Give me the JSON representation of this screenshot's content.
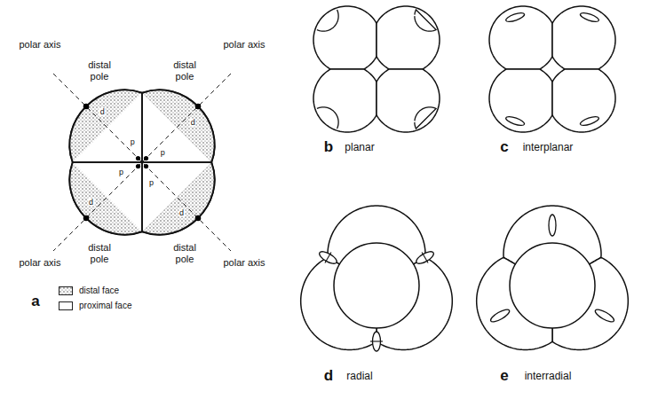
{
  "diagram": {
    "labels": [
      "polar axis",
      "polar axis",
      "distal pole",
      "distal pole",
      "distal pole",
      "distal pole",
      "polar axis",
      "polar axis",
      "d",
      "p",
      "d",
      "p",
      "d",
      "p",
      "d",
      "p",
      "a",
      "b",
      "planar",
      "c",
      "interplanar",
      "d",
      "radial",
      "e",
      "interradial"
    ],
    "legend": [
      {
        "text": "distal face"
      },
      {
        "text": "proximal face",
        "color": "#ffffff"
      }
    ]
  }
}
